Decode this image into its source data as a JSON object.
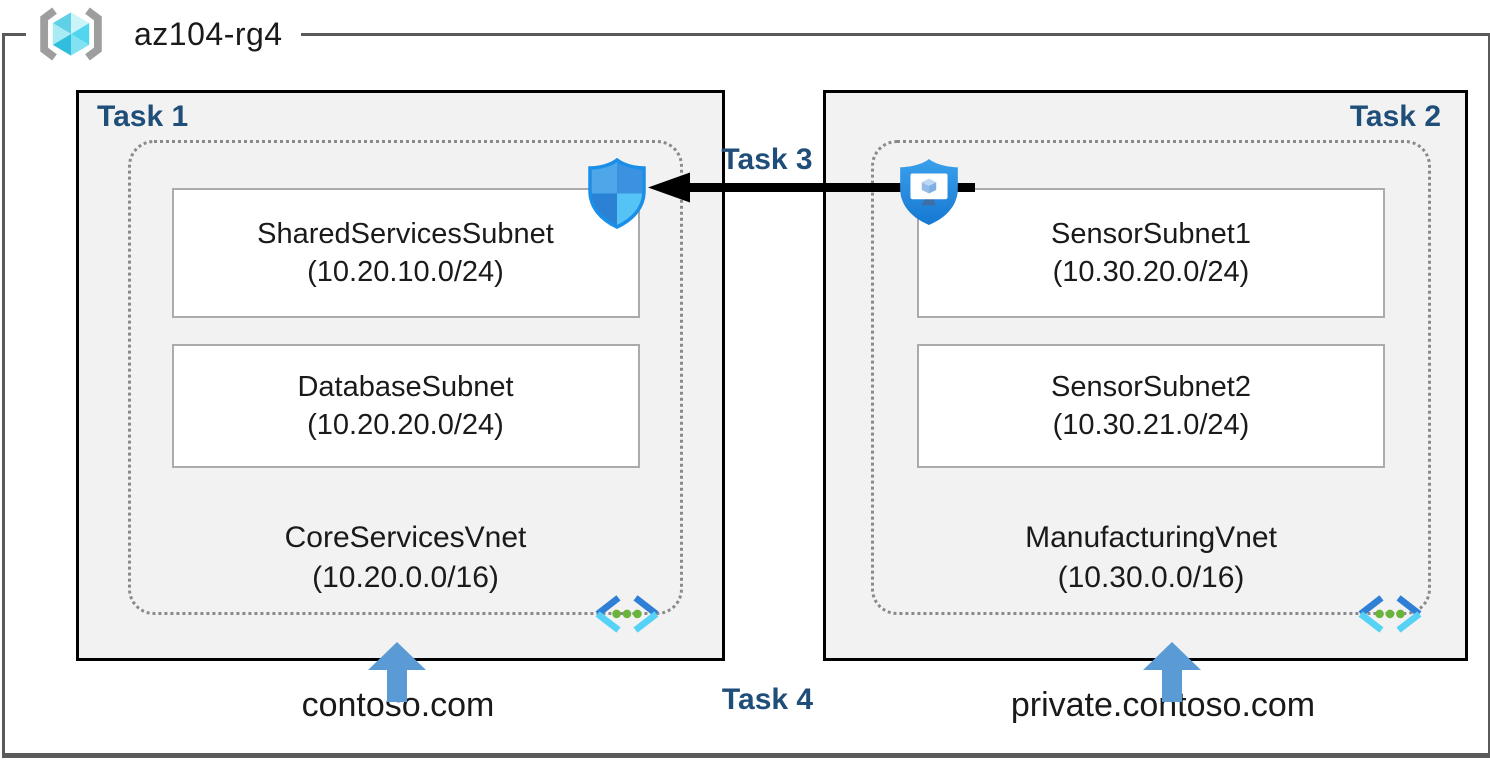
{
  "header": {
    "resource_group": "az104-rg4"
  },
  "tasks": {
    "t1": "Task 1",
    "t2": "Task 2",
    "t3": "Task 3",
    "t4": "Task 4"
  },
  "vnets": [
    {
      "name": "CoreServicesVnet",
      "cidr": "(10.20.0.0/16)",
      "dns_label": "contoso.com",
      "subnets": [
        {
          "name": "SharedServicesSubnet",
          "cidr": "(10.20.10.0/24)"
        },
        {
          "name": "DatabaseSubnet",
          "cidr": "(10.20.20.0/24)"
        }
      ]
    },
    {
      "name": "ManufacturingVnet",
      "cidr": "(10.30.0.0/16)",
      "dns_label": "private.contoso.com",
      "subnets": [
        {
          "name": "SensorSubnet1",
          "cidr": "(10.30.20.0/24)"
        },
        {
          "name": "SensorSubnet2",
          "cidr": "(10.30.21.0/24)"
        }
      ]
    }
  ],
  "icons": {
    "resource_group": "resource-group-icon",
    "nsg_shield": "network-security-group-shield-icon",
    "vm_shield": "vm-security-shield-icon",
    "virtual_network": "virtual-network-icon",
    "peering_arrow": "left-arrow-icon",
    "dns_arrow": "up-arrow-icon"
  },
  "colors": {
    "task_label": "#1f4e79",
    "frame_border": "#5a5a5a",
    "box_fill": "#f2f2f2",
    "box_border": "#000000",
    "dashed_border": "#8a8a8a",
    "subnet_border": "#ababab",
    "up_arrow_blue": "#5b9bd5",
    "peering_arrow_black": "#000000",
    "shield_blue": "#1e88e0",
    "vnet_chevron_dark": "#2f7fd6",
    "vnet_chevron_light": "#55d2f5",
    "vnet_dot_green": "#6ab43c",
    "cube_cyan": "#31bddd"
  }
}
